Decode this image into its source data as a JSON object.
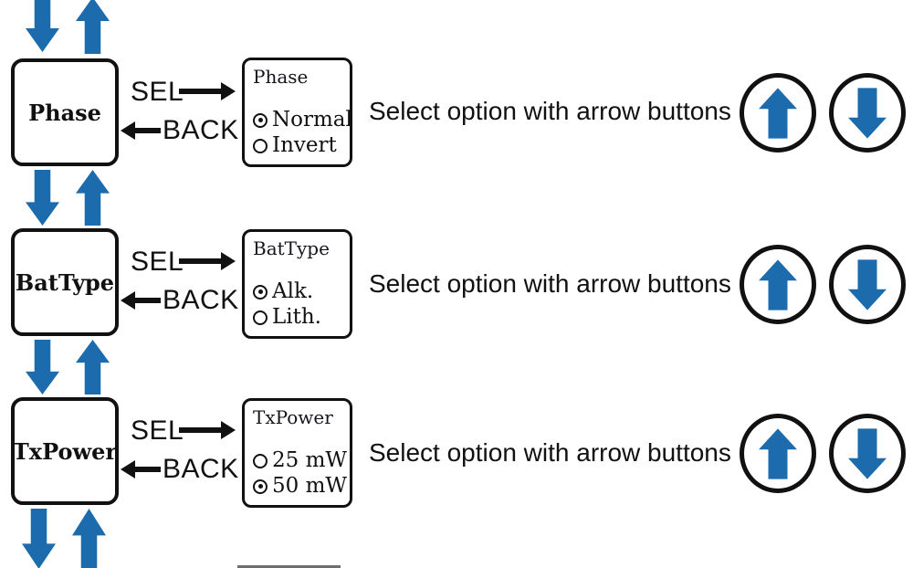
{
  "colors": {
    "arrow_blue": "#1c6bad",
    "ink": "#111111"
  },
  "nav_labels": {
    "sel": "SEL",
    "back": "BACK"
  },
  "instruction_text": "Select option with arrow buttons",
  "rows": [
    {
      "menu_label": "Phase",
      "detail": {
        "title": "Phase",
        "options": [
          {
            "label": "Normal",
            "selected": true
          },
          {
            "label": "Invert",
            "selected": false
          }
        ]
      }
    },
    {
      "menu_label": "BatType",
      "detail": {
        "title": "BatType",
        "options": [
          {
            "label": "Alk.",
            "selected": true
          },
          {
            "label": "Lith.",
            "selected": false
          }
        ]
      }
    },
    {
      "menu_label": "TxPower",
      "detail": {
        "title": "TxPower",
        "options": [
          {
            "label": "25 mW",
            "selected": false
          },
          {
            "label": "50 mW",
            "selected": true
          }
        ]
      }
    }
  ]
}
